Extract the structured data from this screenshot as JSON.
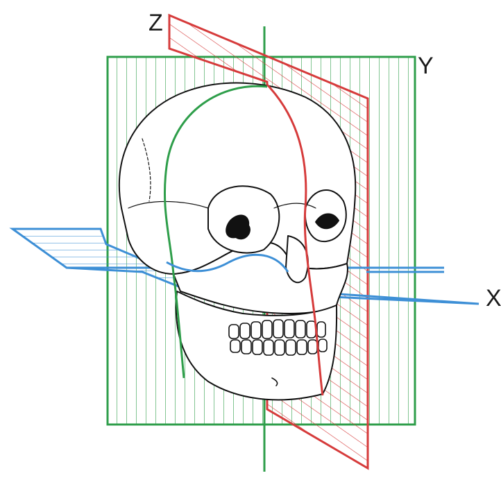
{
  "labels": {
    "z": "Z",
    "y": "Y",
    "x": "X"
  },
  "colors": {
    "coronal_plane": "#2e9e4a",
    "sagittal_plane": "#d63b3b",
    "horizontal_plane": "#3d8fd6",
    "outline": "#111111",
    "background": "#ffffff"
  }
}
